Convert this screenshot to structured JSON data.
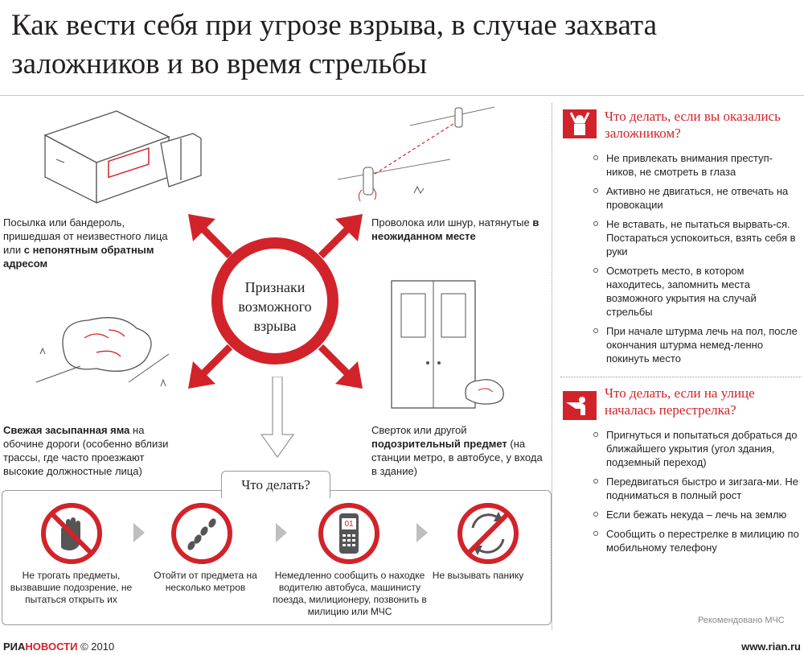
{
  "title": "Как вести себя при угрозе взрыва, в случае захвата заложников и во время стрельбы",
  "center_sign": "Признаки возможного взрыва",
  "signs": {
    "parcel": {
      "t1": "Посылка или бандероль, пришедшая от неизвестного лица или ",
      "t2": "с непонятным обратным адресом"
    },
    "wire": {
      "t1": "Проволока или шнур, натянутые ",
      "t2": "в неожиданном месте"
    },
    "pit": {
      "t1": "Свежая засыпанная яма",
      "t2": " на обочине дороги (особенно вблизи трассы, где часто проезжают высокие должностные лица)"
    },
    "bundle": {
      "t1": "Сверток или другой ",
      "t2": "подозрительный предмет",
      "t3": " (на станции метро, в автобусе, у входа в здание)"
    }
  },
  "what_to_do": {
    "label": "Что делать?",
    "actions": [
      {
        "text": "Не трогать предметы, вызвавшие подозрение, не пытаться открыть их"
      },
      {
        "text": "Отойти от предмета на несколько метров"
      },
      {
        "text": "Немедленно сообщить о находке водителю автобуса, машинисту поезда, милиционеру, позвонить в милицию или МЧС"
      },
      {
        "text": "Не вызывать панику"
      }
    ],
    "phone_display": "01"
  },
  "hostage": {
    "title": "Что делать, если вы оказались заложником?",
    "items": [
      "Не привлекать внимания преступ-ников, не смотреть в глаза",
      "Активно не двигаться, не отвечать на провокации",
      "Не вставать, не пытаться вырвать-ся. Постараться успокоиться, взять себя в руки",
      "Осмотреть место, в котором находитесь, запомнить места возможного укрытия на случай стрельбы",
      "При начале штурма лечь на пол, после окончания штурма немед-ленно покинуть место"
    ]
  },
  "shooting": {
    "title": "Что делать, если на улице началась перестрелка?",
    "items": [
      "Пригнуться и попытаться добраться до ближайшего укрытия (угол здания, подземный переход)",
      "Передвигаться быстро и зигзага-ми. Не подниматься в полный рост",
      "Если бежать некуда – лечь на землю",
      "Сообщить о перестрелке в милицию по мобильному телефону"
    ]
  },
  "source": "Рекомендовано МЧС",
  "footer": {
    "logo_a": "РИА",
    "logo_b": "НОВОСТИ",
    "copyright": "© 2010",
    "url": "www.rian.ru"
  },
  "colors": {
    "accent": "#d2232a",
    "text": "#231f20",
    "gray": "#9a9a9a"
  }
}
